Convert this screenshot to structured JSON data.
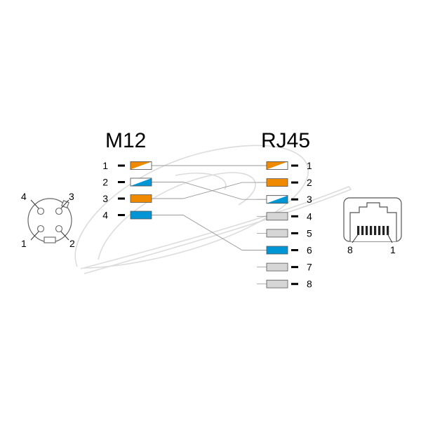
{
  "colors": {
    "orange": "#F08A00",
    "blue": "#0096D6",
    "gray": "#D6D6D6",
    "outline": "#555555",
    "wire": "#9a9a9a",
    "watermark": "#dcdcdc"
  },
  "m12": {
    "title": "M12",
    "pins": [
      {
        "num": "1",
        "style": "orange-white"
      },
      {
        "num": "2",
        "style": "white-blue"
      },
      {
        "num": "3",
        "style": "orange"
      },
      {
        "num": "4",
        "style": "blue"
      }
    ],
    "face_labels": {
      "tl": "4",
      "tr": "3",
      "bl": "1",
      "br": "2"
    }
  },
  "rj45": {
    "title": "RJ45",
    "pins": [
      {
        "num": "1",
        "style": "orange-white"
      },
      {
        "num": "2",
        "style": "orange"
      },
      {
        "num": "3",
        "style": "white-blue"
      },
      {
        "num": "4",
        "style": "gray"
      },
      {
        "num": "5",
        "style": "gray"
      },
      {
        "num": "6",
        "style": "blue"
      },
      {
        "num": "7",
        "style": "gray"
      },
      {
        "num": "8",
        "style": "gray"
      }
    ],
    "face_labels": {
      "left": "8",
      "right": "1"
    }
  },
  "connections": [
    {
      "from": 1,
      "to": 1
    },
    {
      "from": 2,
      "to": 3
    },
    {
      "from": 3,
      "to": 2
    },
    {
      "from": 4,
      "to": 6
    }
  ]
}
